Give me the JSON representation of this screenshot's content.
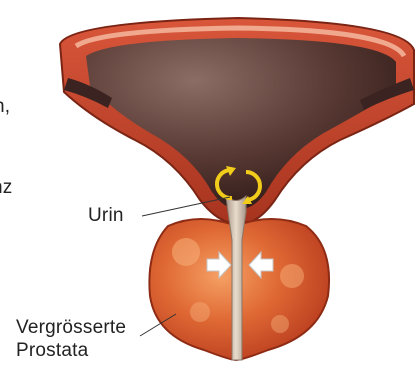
{
  "labels": {
    "left_fragment_1": "n,",
    "left_fragment_2": "nz",
    "urine": "Urin",
    "prostate_line1": "Vergrösserte",
    "prostate_line2": "Prostata"
  },
  "colors": {
    "bladder_wall": "#c8472f",
    "bladder_wall_dark": "#8a2a1a",
    "bladder_rim": "#e58c73",
    "bladder_interior": "#5a3a34",
    "prostate": "#d9502a",
    "prostate_highlight": "#f29a5a",
    "urethra": "#c9b8a8",
    "arrow_rotation": "#f2cc1a",
    "compression_arrows": "#ffffff",
    "text": "#222222"
  },
  "icons": {
    "rotation": "circular-arrows-icon",
    "compression": "inward-arrow-icon"
  }
}
